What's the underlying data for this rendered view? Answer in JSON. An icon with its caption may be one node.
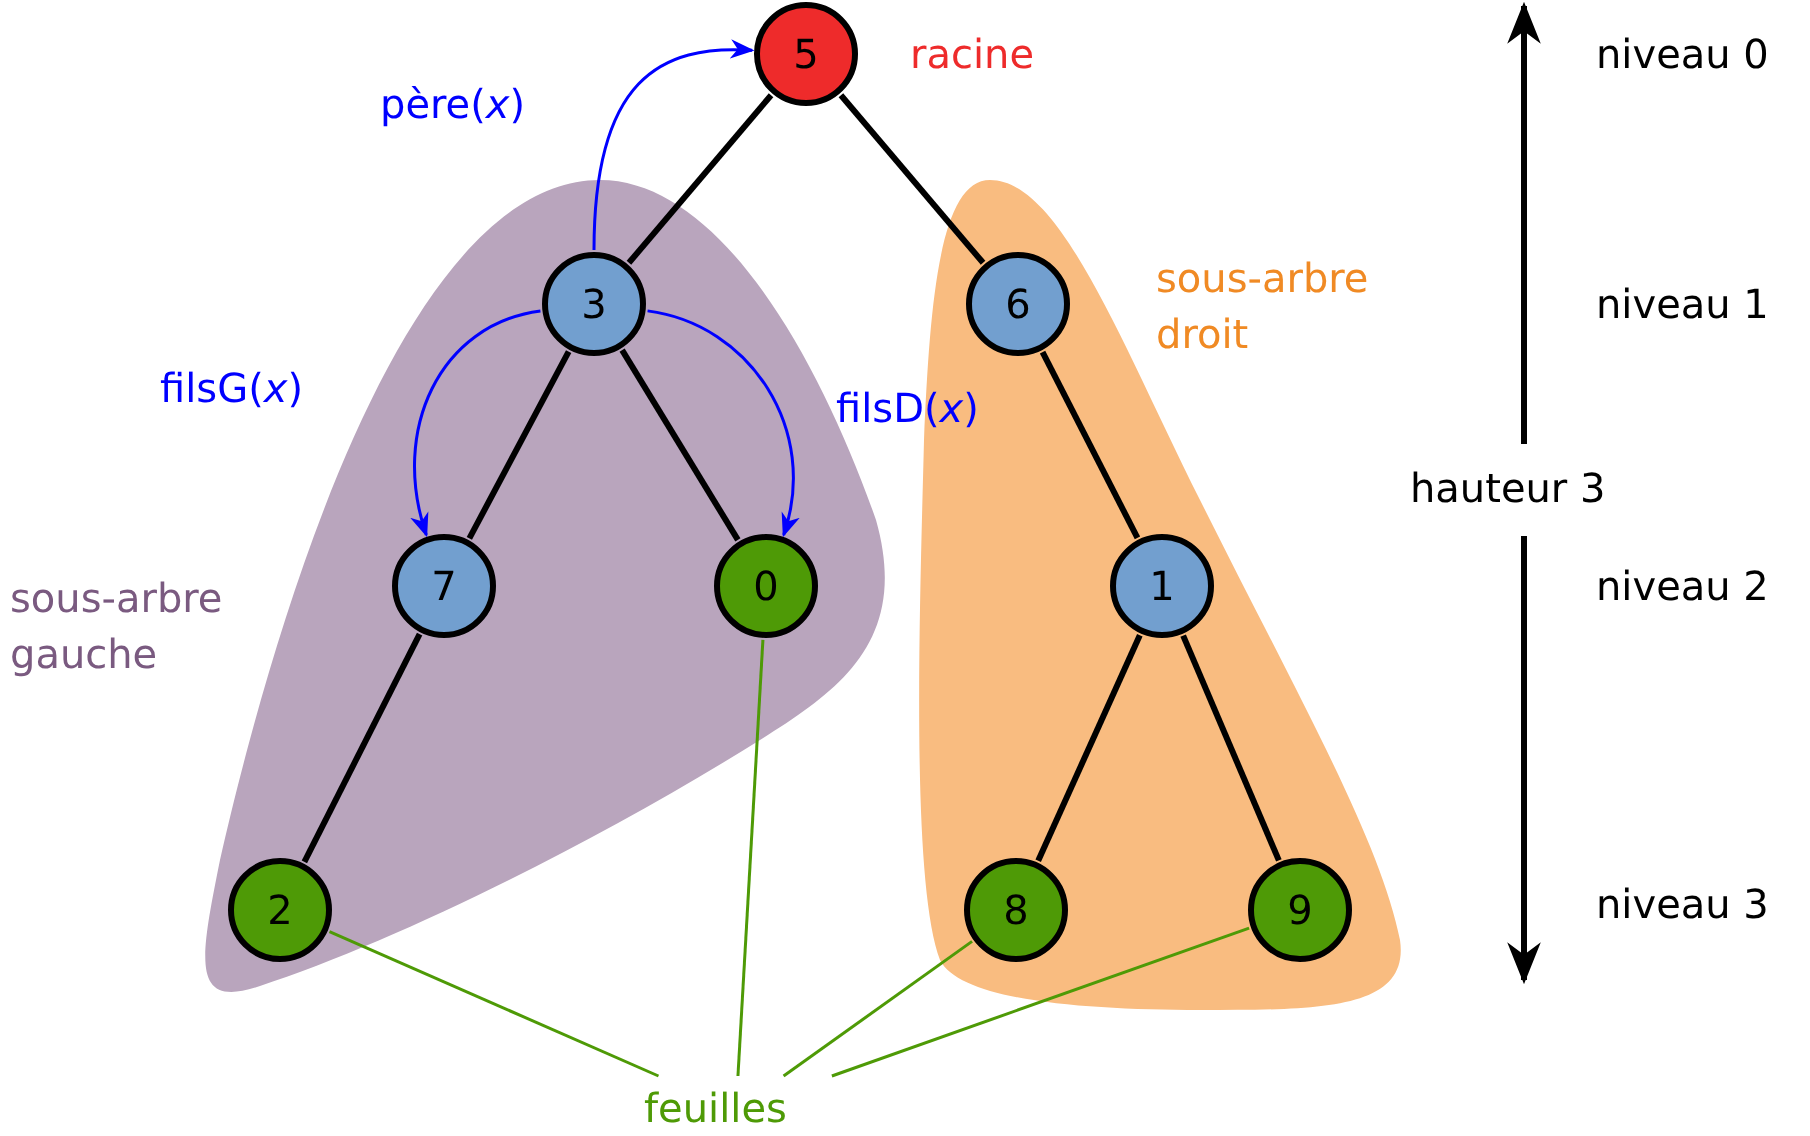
{
  "diagram": {
    "nodes": [
      {
        "text": [
          "5"
        ],
        "beside": [
          "racine"
        ]
      },
      {
        "text": [
          "sous-arbre gauche"
        ]
      },
      {
        "text": [
          "3"
        ],
        "in": 1
      },
      {
        "text": [
          "sous-arbre droit"
        ]
      },
      {
        "text": [
          "6"
        ],
        "in": 3
      },
      {
        "text": [
          "7"
        ],
        "in": 1
      },
      {
        "text": [
          "0"
        ],
        "in": 1
      },
      {
        "text": [
          "1"
        ],
        "in": 3
      },
      {
        "text": [
          "2"
        ],
        "in": 1
      },
      {
        "text": [
          "8"
        ],
        "in": 3
      },
      {
        "text": [
          "9"
        ],
        "in": 3
      },
      {
        "text": [
          "feuilles"
        ]
      }
    ],
    "edges": [
      {
        "from": 0,
        "to": 2,
        "arrow": "none"
      },
      {
        "from": 0,
        "to": 4,
        "arrow": "none"
      },
      {
        "from": 2,
        "to": 5,
        "arrow": "none"
      },
      {
        "from": 2,
        "to": 6,
        "arrow": "none"
      },
      {
        "from": 4,
        "to": 7,
        "arrow": "none"
      },
      {
        "from": 5,
        "to": 8,
        "arrow": "none"
      },
      {
        "from": 7,
        "to": 9,
        "arrow": "none"
      },
      {
        "from": 7,
        "to": 10,
        "arrow": "none"
      },
      {
        "from": 2,
        "to": 0,
        "arrow": "to",
        "label": "père(*x*)",
        "color": "#0000ff"
      },
      {
        "from": 2,
        "to": 5,
        "arrow": "to",
        "label": "filsG(*x*)",
        "color": "#0000ff"
      },
      {
        "from": 2,
        "to": 6,
        "arrow": "to",
        "label": "filsD(*x*)",
        "color": "#0000ff"
      },
      {
        "from": 11,
        "to": 8,
        "arrow": "none",
        "color": "#4e9a06"
      },
      {
        "from": 11,
        "to": 6,
        "arrow": "none",
        "color": "#4e9a06"
      },
      {
        "from": 11,
        "to": 9,
        "arrow": "none",
        "color": "#4e9a06"
      },
      {
        "from": 11,
        "to": 10,
        "arrow": "none",
        "color": "#4e9a06"
      }
    ],
    "labels": [
      "niveau 0",
      "niveau 1",
      "hauteur 3",
      "niveau 2",
      "niveau 3"
    ]
  }
}
